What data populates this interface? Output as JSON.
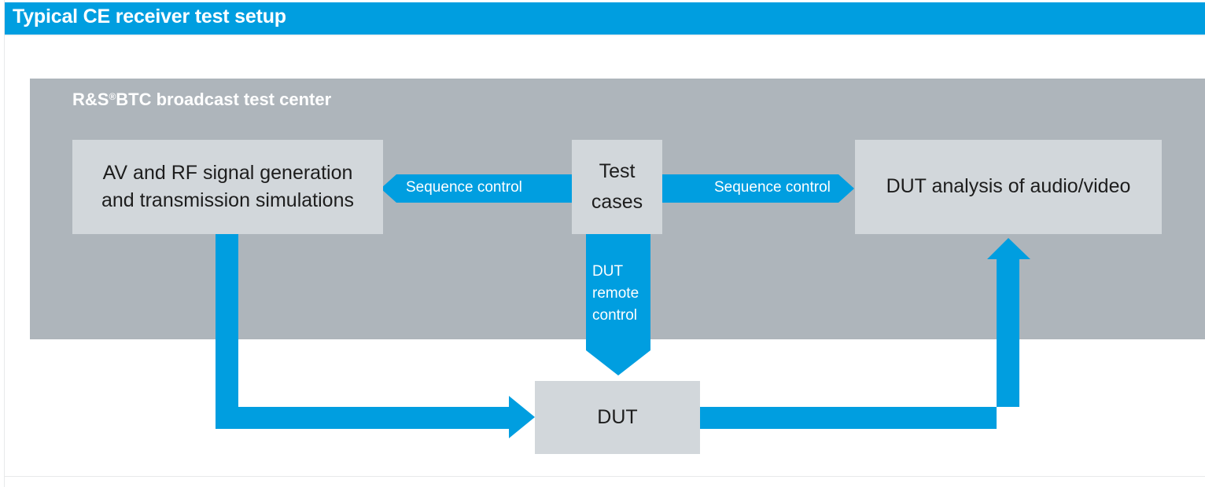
{
  "header": {
    "title": "Typical CE receiver test setup",
    "bar_color": "#009ee0",
    "text_color": "#ffffff"
  },
  "panel": {
    "title_prefix": "R&S",
    "title_registered": "®",
    "title_suffix": "BTC broadcast test center",
    "fill_color": "#aeb5bb"
  },
  "boxes": {
    "av_rf": {
      "line1": "AV and RF signal generation",
      "line2": "and transmission simulations"
    },
    "test_cases": {
      "line1": "Test",
      "line2": "cases"
    },
    "dut_analysis": {
      "line1": "DUT analysis of audio/video"
    },
    "dut": {
      "line1": "DUT"
    },
    "fill_color": "#d2d7db",
    "text_color": "#1d1d1d"
  },
  "arrows": {
    "sequence_control_left": {
      "label": "Sequence control",
      "direction": "left"
    },
    "sequence_control_right": {
      "label": "Sequence control",
      "direction": "right"
    },
    "dut_remote_control": {
      "line1": "DUT",
      "line2": "remote",
      "line3": "control",
      "direction": "down"
    },
    "signal_to_dut": {
      "label": "",
      "direction": "down-right"
    },
    "dut_to_analysis": {
      "label": "",
      "direction": "right-up"
    },
    "color": "#009ee0",
    "label_color": "#ffffff"
  }
}
